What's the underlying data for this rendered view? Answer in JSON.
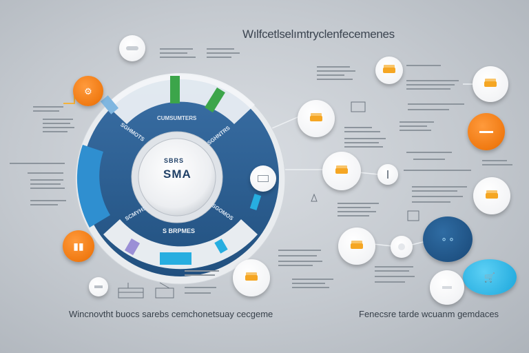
{
  "title": "Wılfcetlselımtryclenfecemenes",
  "captions": {
    "left": "Wincnovtht  buocs  sarebs  cemchonetsuay  cecgeme",
    "right": "Fenecsre  tarde  wcuanm  gemdaces"
  },
  "hub": {
    "main": "SMA",
    "top": "SBRS"
  },
  "ring_labels": {
    "top": "CUMSUMTERS",
    "left": "SGHMOTS",
    "right": "SGHNTRS",
    "bottom_left": "SCMYHS",
    "bottom_right": "SGOMOS",
    "bottom": "S BRPMES"
  },
  "colors": {
    "ring_dark": "#2a5a8f",
    "ring_mid": "#3f78b0",
    "ring_light": "#eef1f4",
    "accent_orange": "#f07a12",
    "accent_cyan": "#27aee0",
    "accent_green": "#3ca54a",
    "accent_purple": "#9b8fd6"
  },
  "bubbles": [
    {
      "id": "b1",
      "kind": "white",
      "icon": "dot"
    },
    {
      "id": "b2",
      "kind": "orange",
      "icon": "gear-icon"
    },
    {
      "id": "b3",
      "kind": "orange",
      "icon": "chart-icon"
    },
    {
      "id": "b4",
      "kind": "white",
      "icon": "layers-icon"
    },
    {
      "id": "b5",
      "kind": "white",
      "icon": "stack-icon"
    },
    {
      "id": "b6",
      "kind": "white",
      "icon": "tower-icon"
    },
    {
      "id": "b7",
      "kind": "white",
      "icon": "stack-icon"
    },
    {
      "id": "b8",
      "kind": "white",
      "icon": "stack-icon"
    },
    {
      "id": "b9",
      "kind": "white",
      "icon": "stack-icon"
    },
    {
      "id": "b10",
      "kind": "orange",
      "icon": "chart-icon"
    },
    {
      "id": "b11",
      "kind": "white",
      "icon": "stack-icon"
    },
    {
      "id": "b12",
      "kind": "navy",
      "icon": "network-icon"
    },
    {
      "id": "b13",
      "kind": "white",
      "icon": "stack-icon"
    },
    {
      "id": "b14",
      "kind": "white",
      "icon": "dot"
    },
    {
      "id": "b15",
      "kind": "white",
      "icon": "dot"
    },
    {
      "id": "b16",
      "kind": "cyan",
      "icon": "cart-icon"
    },
    {
      "id": "b17",
      "kind": "white",
      "icon": "dot"
    },
    {
      "id": "b18",
      "kind": "white",
      "icon": "pin-icon"
    }
  ]
}
